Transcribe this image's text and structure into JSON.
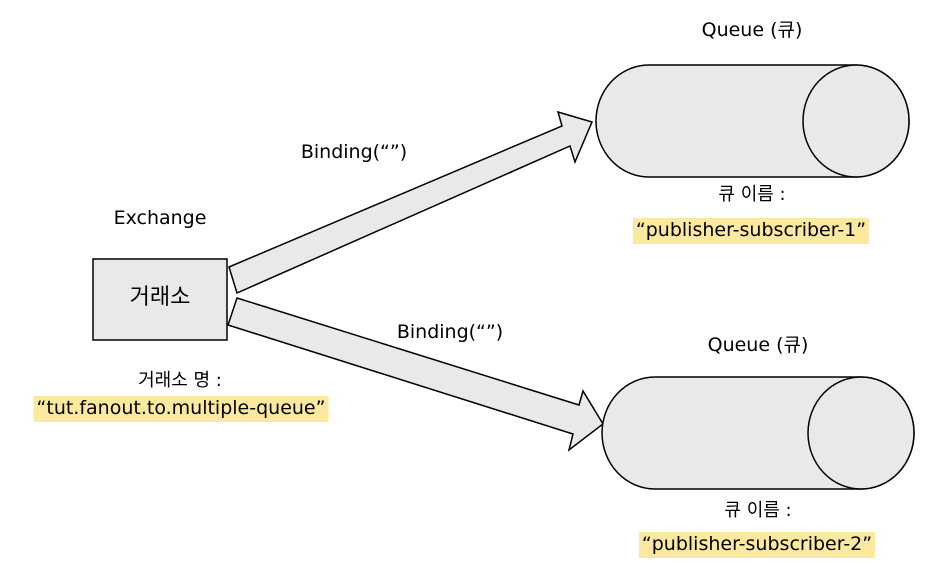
{
  "exchange": {
    "heading": "Exchange",
    "box_label": "거래소",
    "name_caption": "거래소 명 :",
    "name_value": "“tut.fanout.to.multiple-queue”"
  },
  "bindings": [
    {
      "label": "Binding(“”)"
    },
    {
      "label": "Binding(“”)"
    }
  ],
  "queues": [
    {
      "title": "Queue (큐)",
      "name_caption": "큐 이름 :",
      "name_value": "“publisher-subscriber-1”"
    },
    {
      "title": "Queue (큐)",
      "name_caption": "큐 이름 :",
      "name_value": "“publisher-subscriber-2”"
    }
  ],
  "colors": {
    "box_fill": "#e9e9e9",
    "stroke": "#000000",
    "highlight": "#fbe9a0"
  }
}
